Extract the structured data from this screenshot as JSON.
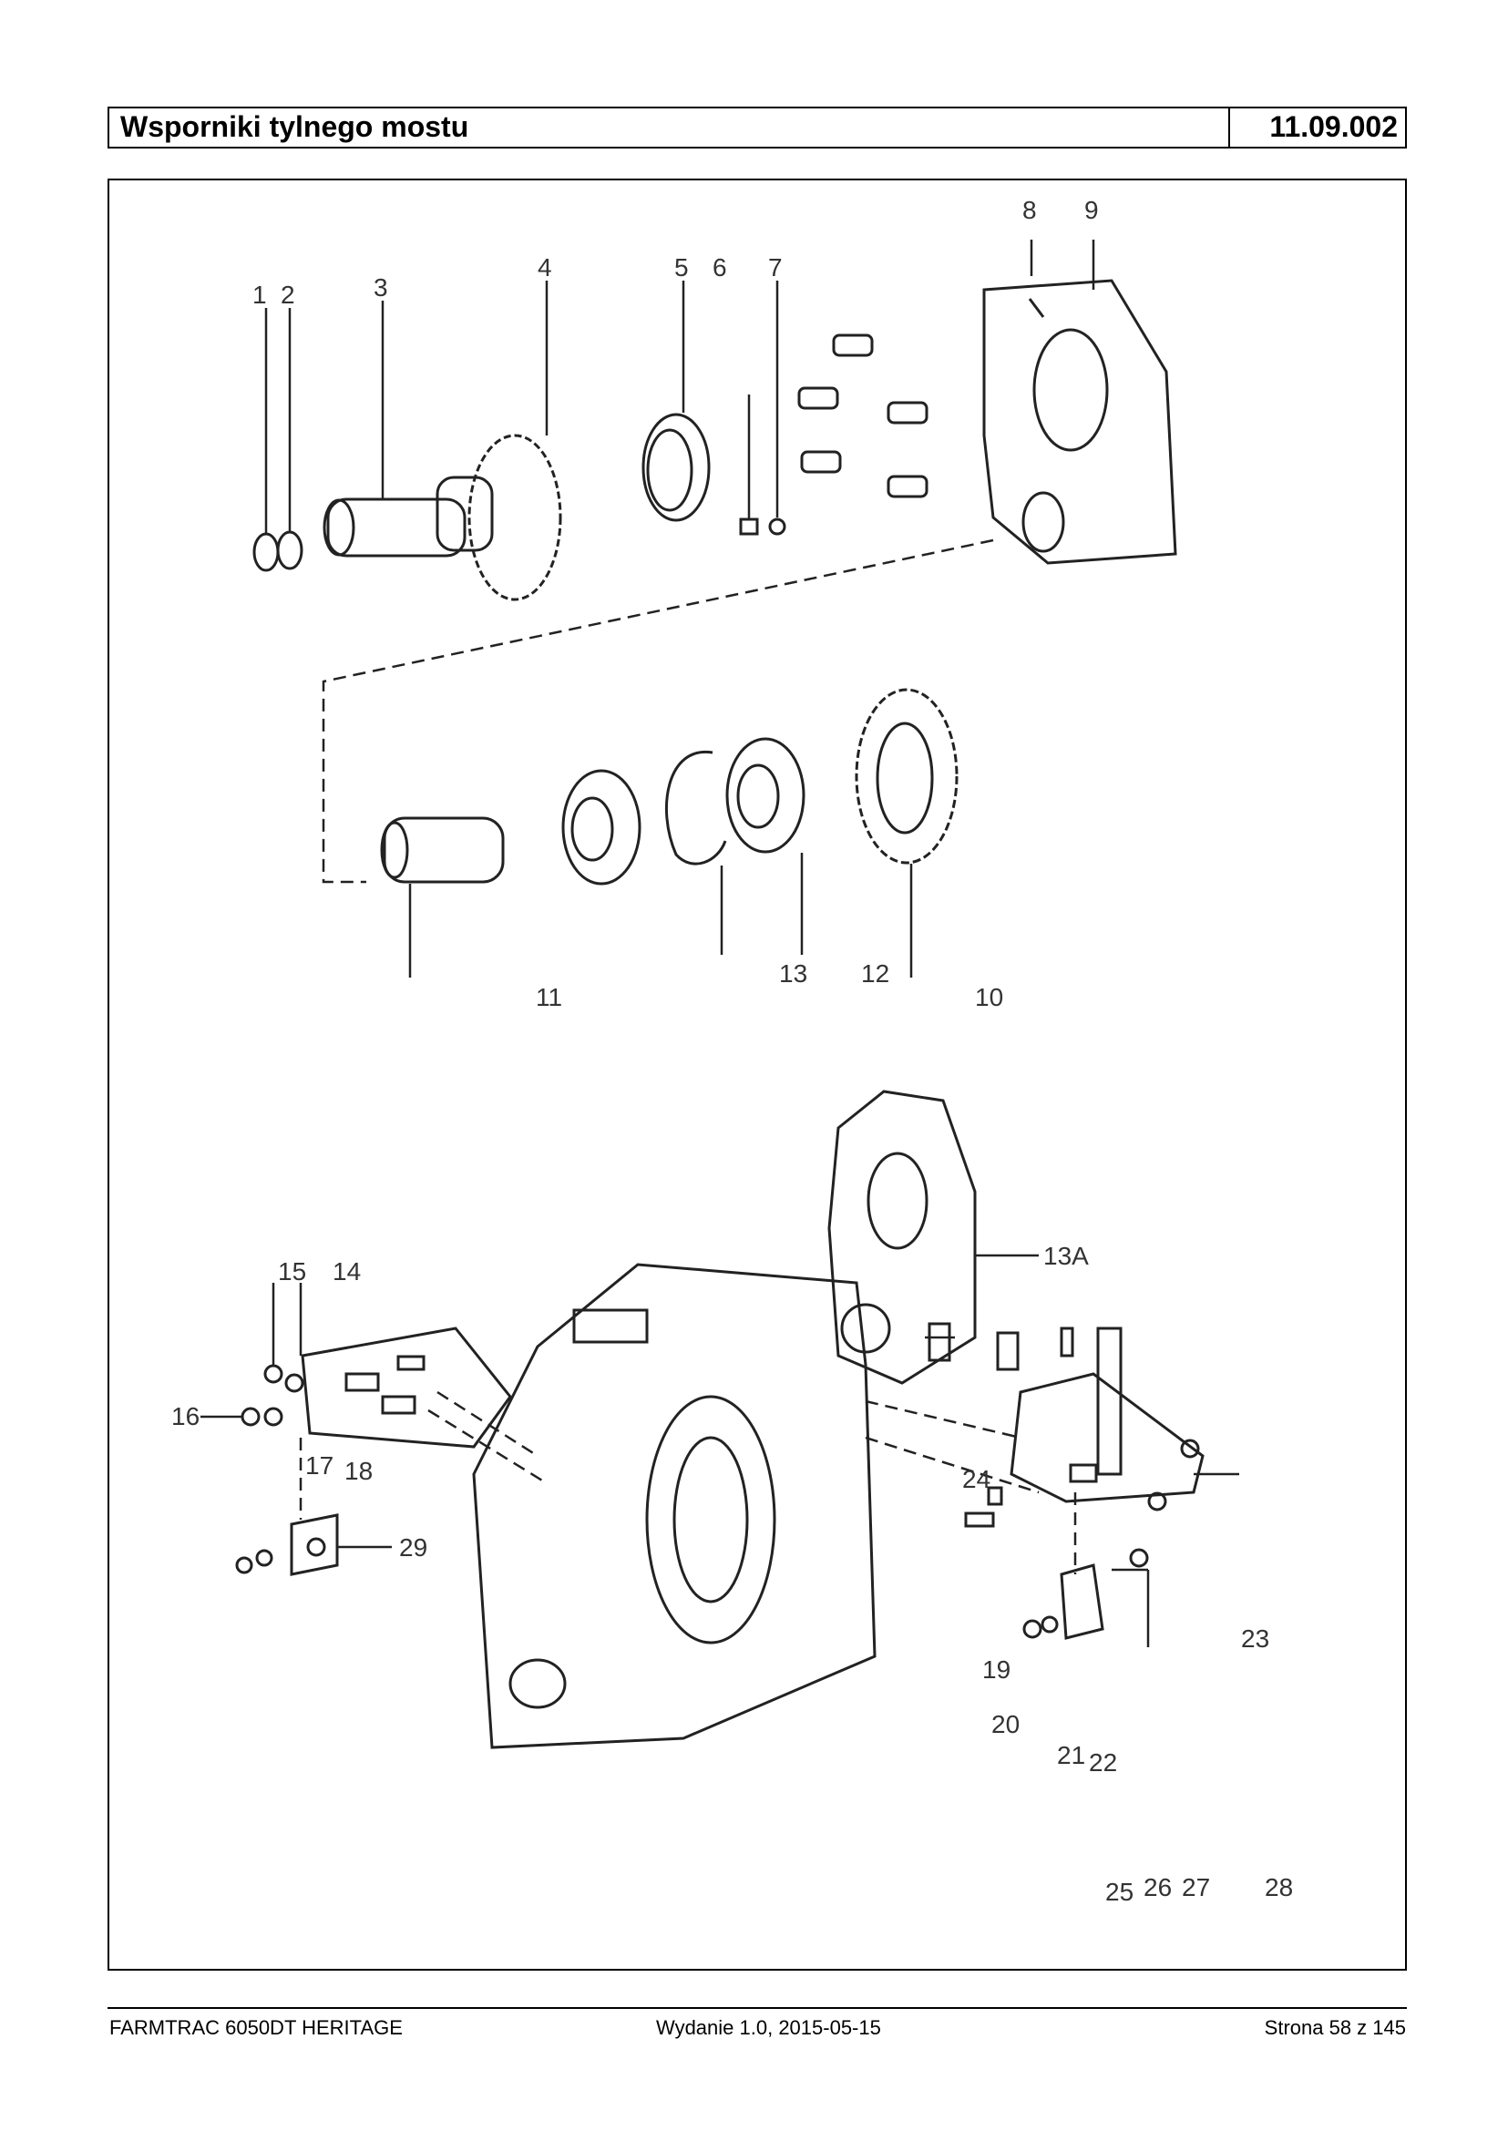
{
  "header": {
    "title": "Wsporniki tylnego mostu",
    "code": "11.09.002"
  },
  "diagram": {
    "callouts": [
      "1",
      "2",
      "3",
      "4",
      "5",
      "6",
      "7",
      "8",
      "9",
      "10",
      "11",
      "12",
      "13",
      "13A",
      "14",
      "15",
      "16",
      "17",
      "18",
      "19",
      "20",
      "21",
      "22",
      "23",
      "24",
      "25",
      "26",
      "27",
      "28",
      "29"
    ]
  },
  "footer": {
    "model": "FARMTRAC 6050DT HERITAGE",
    "edition": "Wydanie 1.0,  2015-05-15",
    "page": "Strona 58 z 145"
  }
}
